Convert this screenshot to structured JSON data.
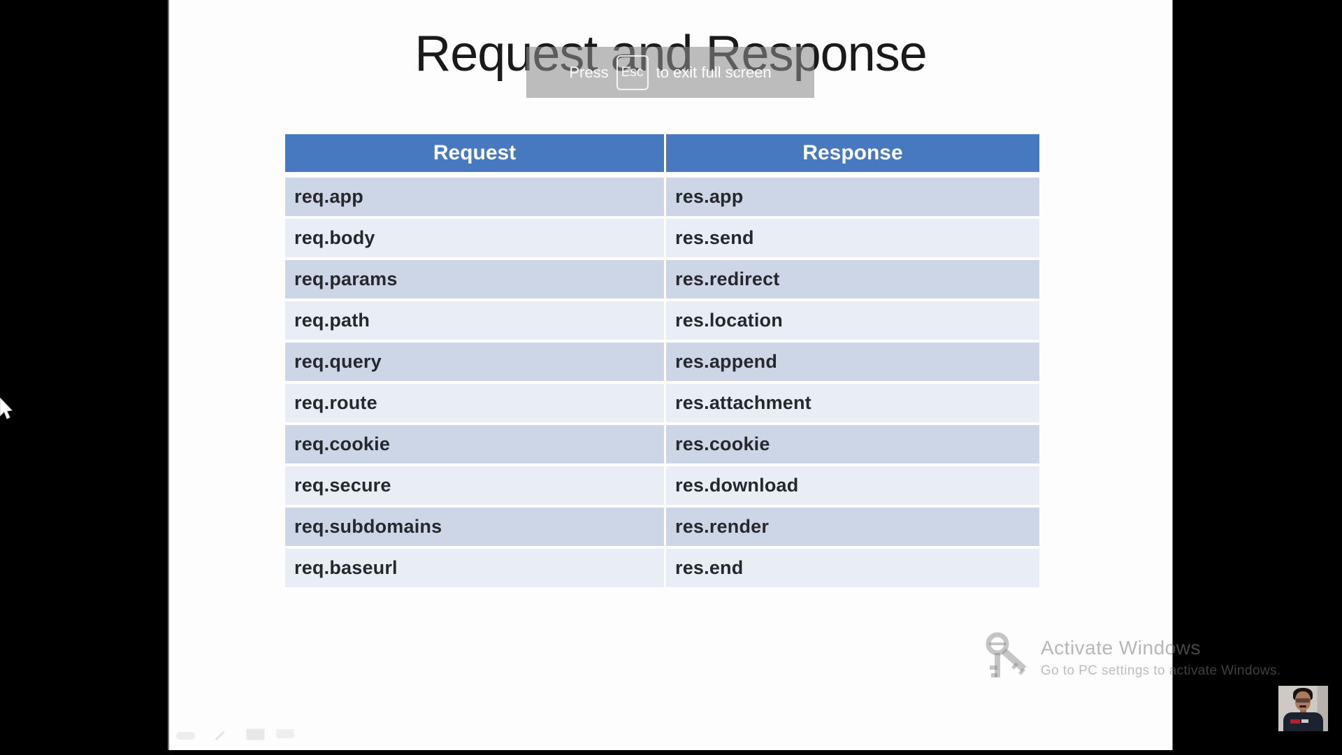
{
  "slide": {
    "title": "Request and Response",
    "table": {
      "headers": [
        "Request",
        "Response"
      ],
      "rows": [
        {
          "req": "req.app",
          "res": "res.app"
        },
        {
          "req": "req.body",
          "res": "res.send"
        },
        {
          "req": "req.params",
          "res": "res.redirect"
        },
        {
          "req": "req.path",
          "res": "res.location"
        },
        {
          "req": "req.query",
          "res": "res.append"
        },
        {
          "req": "req.route",
          "res": "res.attachment"
        },
        {
          "req": "req.cookie",
          "res": "res.cookie"
        },
        {
          "req": "req.secure",
          "res": "res.download"
        },
        {
          "req": "req.subdomains",
          "res": "res.render"
        },
        {
          "req": "req.baseurl",
          "res": "res.end"
        }
      ]
    }
  },
  "fullscreen_toast": {
    "prefix": "Press",
    "key_label": "Esc",
    "suffix": "to exit full screen"
  },
  "watermark": {
    "icon": "key-icon",
    "line1": "Activate Windows",
    "line2": "Go to PC settings to activate Windows."
  },
  "presenter_toolbar": {
    "icons": [
      "nav-pill-icon",
      "pen-icon",
      "slide-grid-icon",
      "zoom-pill-icon"
    ]
  },
  "colors": {
    "header_blue": "#4679bf",
    "row_dark": "#ccd6e6",
    "row_light": "#e8edf6",
    "slide_bg": "#fdfdfd",
    "letterbox": "#000000"
  }
}
